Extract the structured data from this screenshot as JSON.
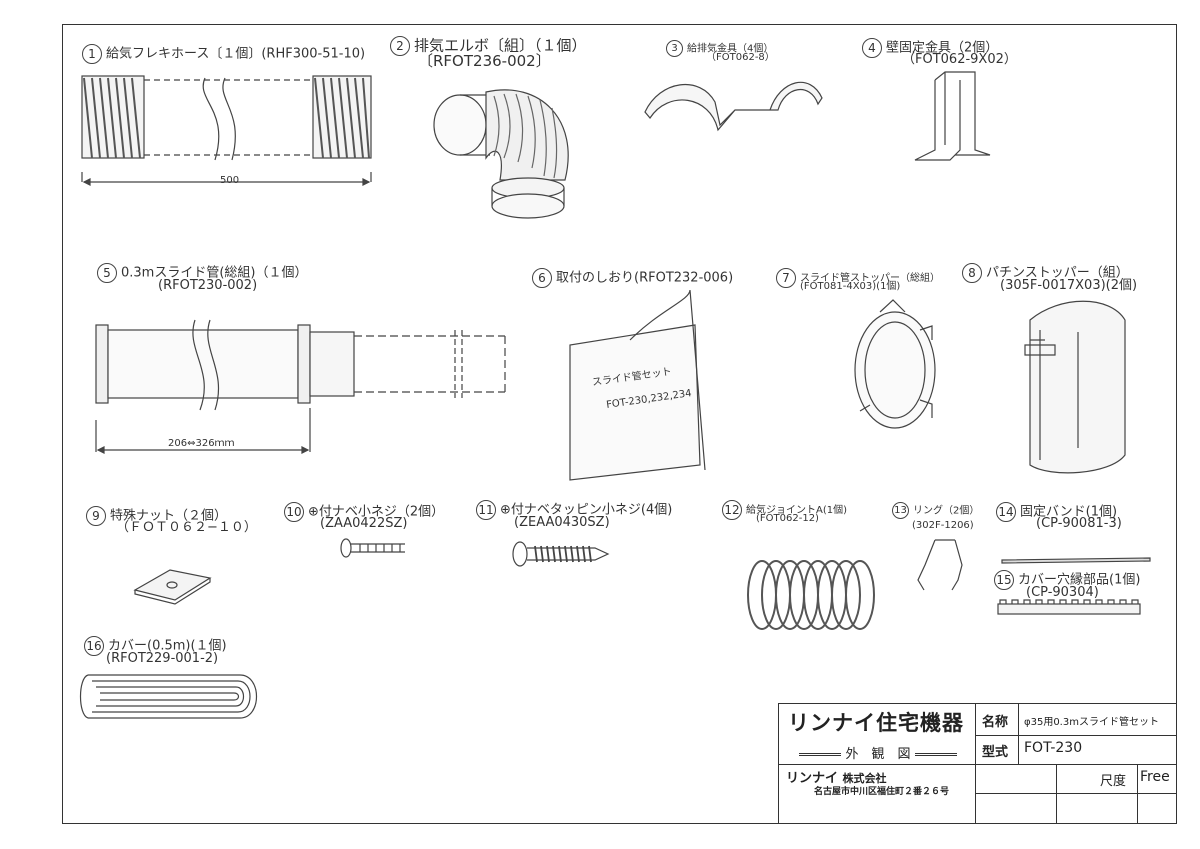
{
  "parts": [
    {
      "no": "1",
      "name": "給気フレキホース〔１個〕",
      "code": "(RHF300-51-10)",
      "dim": "500"
    },
    {
      "no": "2",
      "name": "排気エルボ〔組〕（１個）",
      "code": "〔RFOT236-002〕"
    },
    {
      "no": "3",
      "name": "給排気金具（4個）",
      "code": "（FOT062-8）"
    },
    {
      "no": "4",
      "name": "壁固定金具（2個）",
      "code": "（FOT062-9X02）"
    },
    {
      "no": "5",
      "name": "0.3mスライド管(総組)（１個）",
      "code": "(RFOT230-002)",
      "dim": "206⇔326ｍｍ"
    },
    {
      "no": "6",
      "name": "取付のしおり(RFOT232-006)",
      "booklet_title": "スライド管セット",
      "booklet_models": "FOT-230,232,234"
    },
    {
      "no": "7",
      "name": "スライド管ストッパー（総組）",
      "code": "(FOT081-4X03)(1個)"
    },
    {
      "no": "8",
      "name": "パチンストッパー（組）",
      "code": "(305F-0017X03)(2個)"
    },
    {
      "no": "9",
      "name": "特殊ナット（２個）",
      "code": "（ＦＯＴ０６２−１０）"
    },
    {
      "no": "10",
      "name": "⊕付ナベ小ネジ（2個）",
      "code": "(ZAA0422SZ)"
    },
    {
      "no": "11",
      "name": "⊕付ナベタッピン小ネジ(4個)",
      "code": "(ZEAA0430SZ)"
    },
    {
      "no": "12",
      "name": "給気ジョイントA(1個)",
      "code": "(FOT062-12)"
    },
    {
      "no": "13",
      "name": "リング（2個）",
      "code": "(302F-1206)"
    },
    {
      "no": "14",
      "name": "固定バンド(1個)",
      "code": "(CP-90081-3)"
    },
    {
      "no": "15",
      "name": "カバー穴縁部品(1個)",
      "code": "(CP-90304)"
    },
    {
      "no": "16",
      "name": "カバー(0.5m)(１個)",
      "code": "(RFOT229-001-2)"
    }
  ],
  "title_block": {
    "company_logo": "リンナイ住宅機器",
    "drawing_type": "外　観　図",
    "company_name": "リンナイ",
    "company_suffix": "株式会社",
    "address": "名古屋市中川区福住町２番２６号",
    "name_label": "名称",
    "name_value": "φ35用0.3mスライド管セット",
    "model_label": "型式",
    "model_value": "FOT-230",
    "scale_label": "尺度",
    "scale_value": "Free"
  }
}
